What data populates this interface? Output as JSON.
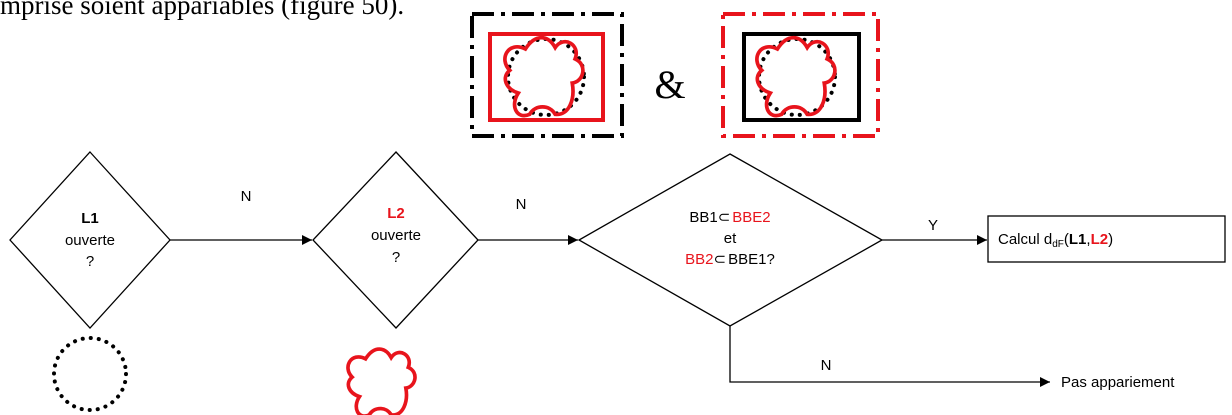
{
  "intro_text": "mprise soient appariables (figure 50).",
  "ampersand": "&",
  "colors": {
    "ligne_1": "#000000",
    "ligne_2": "#e8141c"
  },
  "decision_1": {
    "label": "L1",
    "line2": "ouverte",
    "line3": "?"
  },
  "decision_2": {
    "label": "L2",
    "line2": "ouverte",
    "line3": "?"
  },
  "decision_3": {
    "line1_a": "BB1",
    "line1_op": "⊂",
    "line1_b": "BBE2",
    "line2": "et",
    "line3_a": "BB2",
    "line3_op": "⊂",
    "line3_b": "BBE1?"
  },
  "edges": {
    "d1_to_d2": "N",
    "d2_to_d3": "N",
    "d3_to_calc": "Y",
    "d3_to_end": "N"
  },
  "calcul_box": {
    "prefix": "Calcul d",
    "subscript": "dF",
    "open_paren": "(",
    "arg1": "L1",
    "comma": ",",
    "arg2": "L2",
    "close_paren": ")"
  },
  "end_label": "Pas appariement"
}
